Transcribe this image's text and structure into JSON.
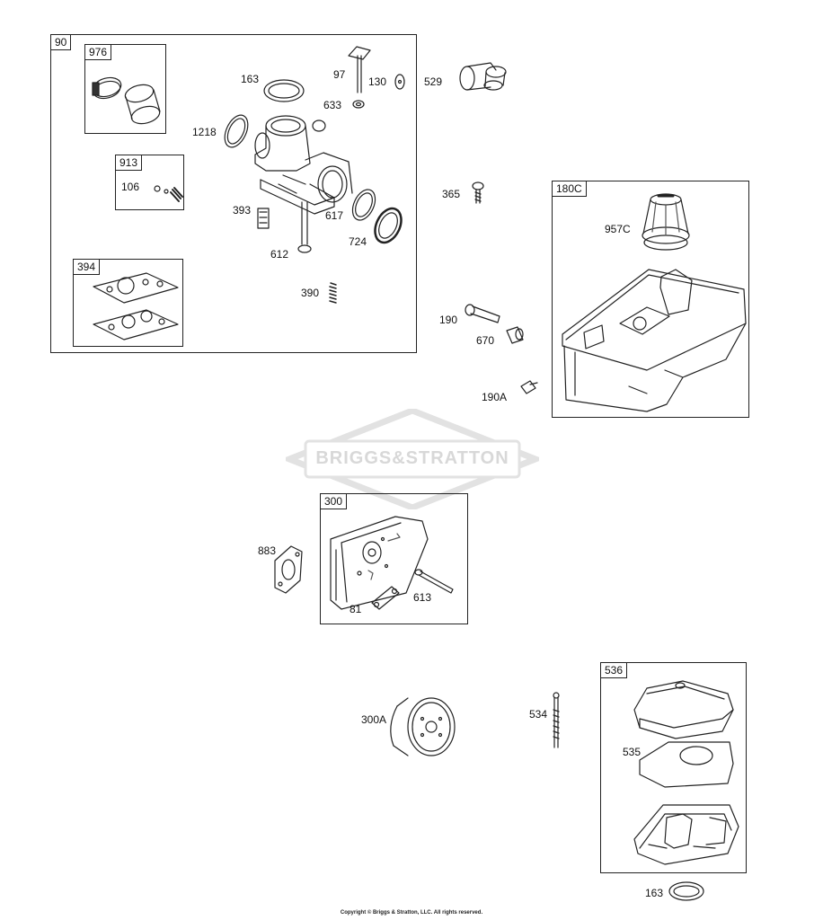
{
  "watermark": {
    "text": "BRIGGS&STRATTON"
  },
  "copyright": "Copyright © Briggs & Stratton, LLC. All rights reserved.",
  "boxes": {
    "b90": "90",
    "b976": "976",
    "b913": "913",
    "b394": "394",
    "b180c": "180C",
    "b300": "300",
    "b536": "536"
  },
  "labels": {
    "p163a": "163",
    "p97": "97",
    "p130": "130",
    "p529": "529",
    "p633": "633",
    "p1218": "1218",
    "p106": "106",
    "p393": "393",
    "p617": "617",
    "p724": "724",
    "p612": "612",
    "p390": "390",
    "p365": "365",
    "p957c": "957C",
    "p190": "190",
    "p670": "670",
    "p190a": "190A",
    "p883": "883",
    "p81": "81",
    "p613": "613",
    "p300a": "300A",
    "p534": "534",
    "p535": "535",
    "p163b": "163"
  }
}
